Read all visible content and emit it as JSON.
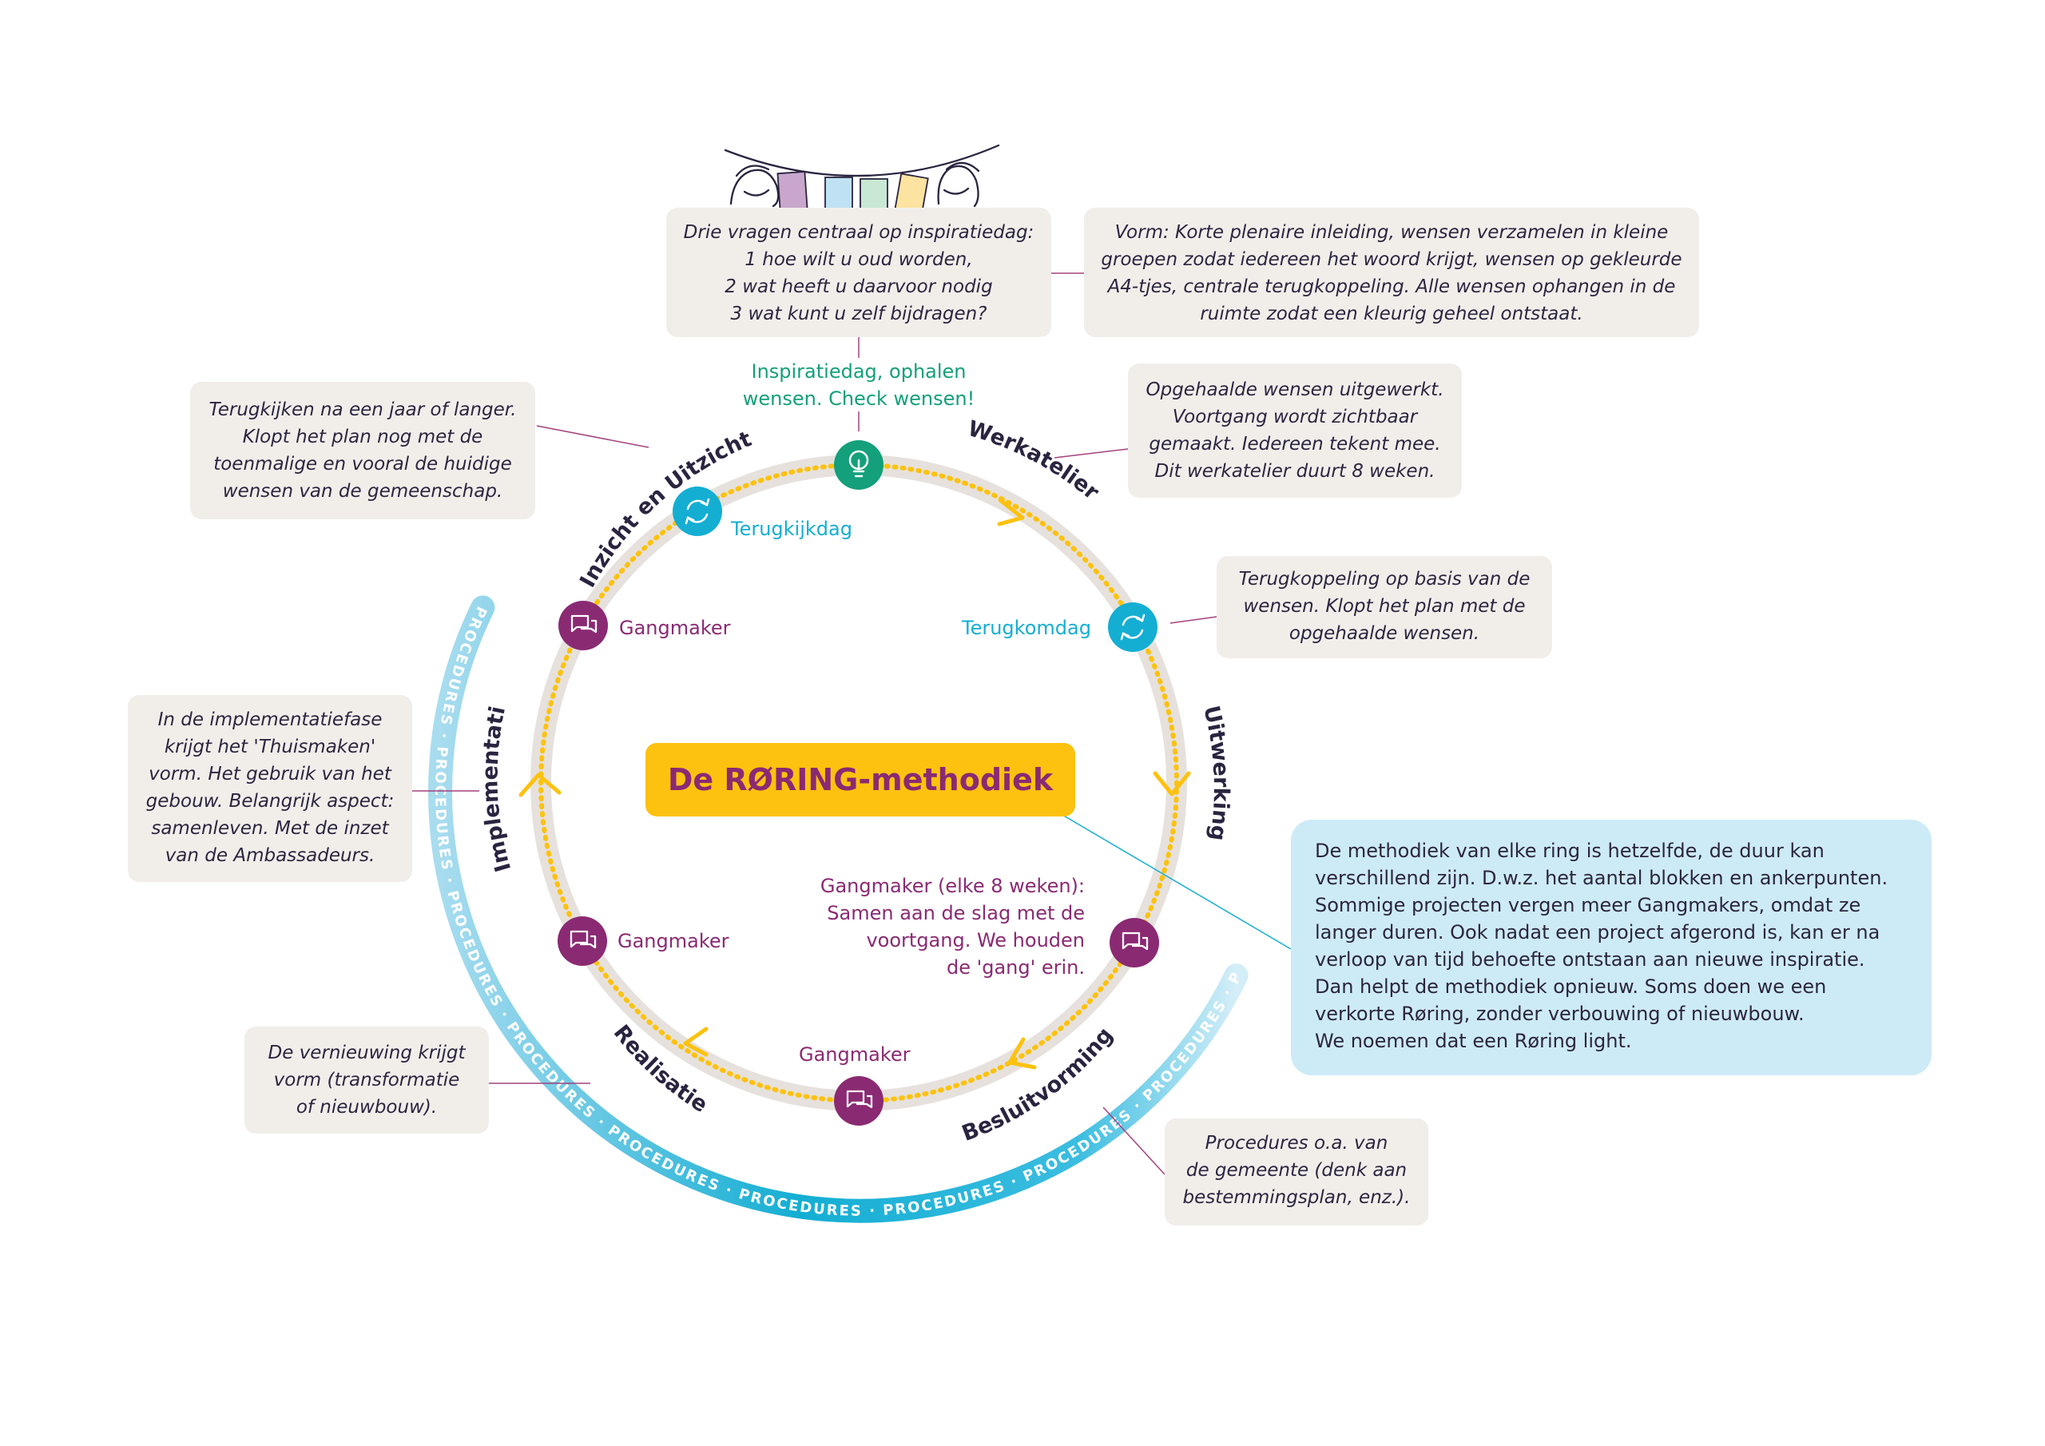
{
  "title": "De RØRING-methodiek",
  "ring_text": "PROCEDURES",
  "phases": {
    "inzicht": "Inzicht en Uitzicht",
    "werkatelier": "Werkatelier",
    "uitwerking": "Uitwerking",
    "besluitvorming": "Besluitvorming",
    "realisatie": "Realisatie",
    "implementatie": "Implementatie"
  },
  "milestones": {
    "inspiratie": [
      "Inspiratiedag, ophalen",
      "wensen. Check wensen!"
    ],
    "terugkijkdag": "Terugkijkdag",
    "terugkomdag": "Terugkomdag",
    "gangmaker_left_top": "Gangmaker",
    "gangmaker_left_bottom": "Gangmaker",
    "gangmaker_bottom": "Gangmaker",
    "gangmaker_right": [
      "Gangmaker (elke 8 weken):",
      "Samen aan de slag met de",
      "voortgang. We houden",
      "de 'gang' erin."
    ]
  },
  "notes": {
    "vragen": [
      "Drie vragen centraal op inspiratiedag:",
      "1 hoe wilt u oud worden,",
      "2 wat heeft u daarvoor nodig",
      "3 wat kunt u zelf bijdragen?"
    ],
    "vorm": [
      "Vorm: Korte plenaire inleiding, wensen verzamelen in kleine",
      "groepen zodat iedereen het woord krijgt, wensen op gekleurde",
      "A4-tjes, centrale terugkoppeling. Alle wensen ophangen in de",
      "ruimte zodat een kleurig geheel ontstaat."
    ],
    "terugkijken": [
      "Terugkijken na een jaar of langer.",
      "Klopt het plan nog met de",
      "toenmalige en vooral de huidige",
      "wensen van de gemeenschap."
    ],
    "opgehaald": [
      "Opgehaalde wensen uitgewerkt.",
      "Voortgang wordt zichtbaar",
      "gemaakt. Iedereen tekent mee.",
      "Dit werkatelier duurt 8 weken."
    ],
    "terugkoppeling": [
      "Terugkoppeling op basis van de",
      "wensen. Klopt het plan met de",
      "opgehaalde wensen."
    ],
    "implementatie": [
      "In de implementatiefase",
      "krijgt het 'Thuismaken'",
      "vorm. Het gebruik van het",
      "gebouw. Belangrijk aspect:",
      "samenleven. Met de inzet",
      "van de Ambassadeurs."
    ],
    "vernieuwing": [
      "De vernieuwing krijgt",
      "vorm (transformatie",
      "of nieuwbouw)."
    ],
    "procedures": [
      "Procedures o.a. van",
      "de gemeente (denk aan",
      "bestemmingsplan, enz.)."
    ]
  },
  "info": [
    "De methodiek van elke ring is hetzelfde, de duur kan",
    "verschillend zijn. D.w.z. het aantal blokken en ankerpunten.",
    "Sommige projecten vergen meer Gangmakers, omdat ze",
    "langer duren. Ook nadat een project afgerond is, kan er na",
    "verloop van tijd behoefte ontstaan aan nieuwe inspiratie.",
    "Dan helpt de methodiek opnieuw. Soms doen we een",
    "verkorte Røring, zonder verbouwing of nieuwbouw.",
    "We noemen dat een Røring light."
  ],
  "colors": {
    "teal": "#13a07a",
    "cyan": "#14aed3",
    "purple": "#8a2a73",
    "yellow": "#fdc20f",
    "navy": "#2a2440",
    "ring": "#e6e1dc",
    "note_bg": "#f1eeea",
    "info_bg": "#cdebf7"
  }
}
